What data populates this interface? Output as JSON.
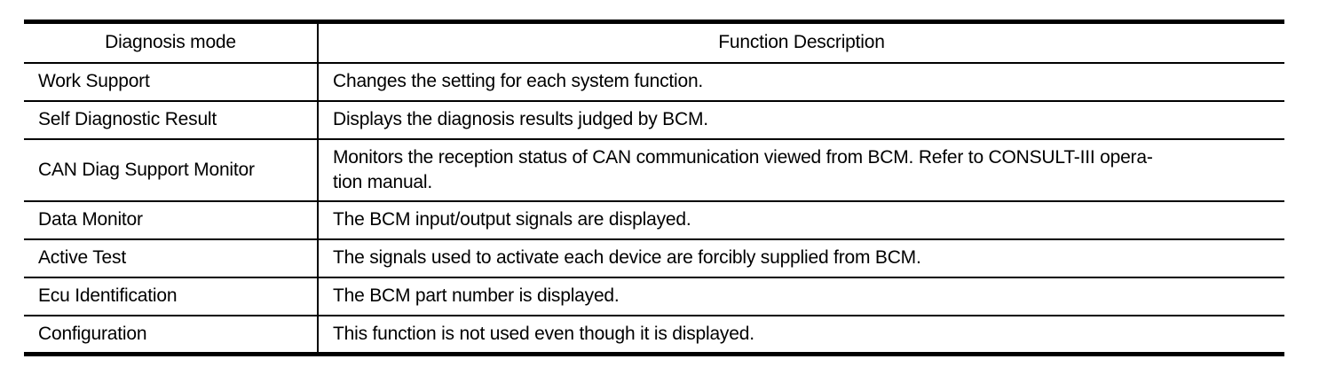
{
  "table": {
    "headers": {
      "mode": "Diagnosis mode",
      "description": "Function Description"
    },
    "rows": [
      {
        "mode": "Work Support",
        "description_lines": [
          "Changes the setting for each system function."
        ]
      },
      {
        "mode": "Self Diagnostic Result",
        "description_lines": [
          "Displays the diagnosis results judged by BCM."
        ]
      },
      {
        "mode": "CAN Diag Support Monitor",
        "description_lines": [
          "Monitors the reception status of CAN communication viewed from BCM. Refer to CONSULT-III opera-",
          "tion manual."
        ]
      },
      {
        "mode": "Data Monitor",
        "description_lines": [
          "The BCM input/output signals are displayed."
        ]
      },
      {
        "mode": "Active Test",
        "description_lines": [
          "The signals used to activate each device are forcibly supplied from BCM."
        ]
      },
      {
        "mode": "Ecu Identification",
        "description_lines": [
          "The BCM part number is displayed."
        ]
      },
      {
        "mode": "Configuration",
        "description_lines": [
          "This function is not used even though it is displayed."
        ]
      }
    ],
    "colors": {
      "border": "#000000",
      "text": "#000000",
      "background": "#ffffff"
    }
  }
}
